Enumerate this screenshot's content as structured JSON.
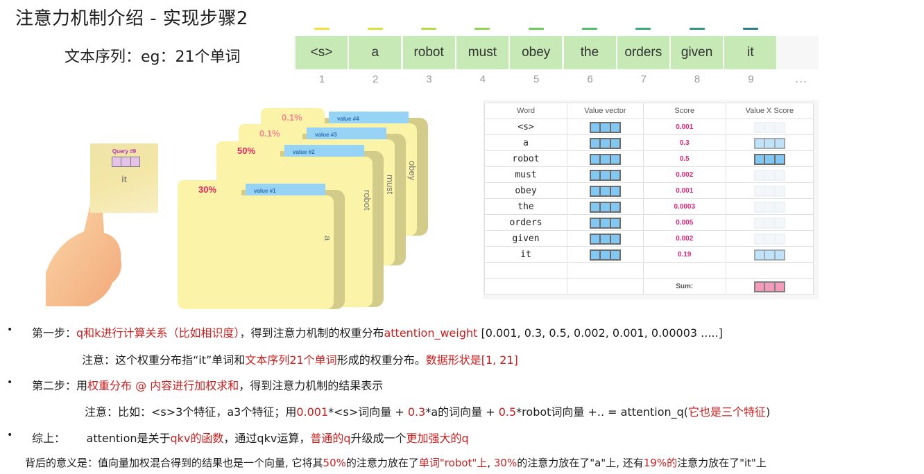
{
  "title": "注意力机制介绍 - 实现步骤2",
  "subtitle": "文本序列：eg：21个单词",
  "token_sequence": {
    "tokens": [
      {
        "word": "<s>",
        "index": "1",
        "mark_color": "#f5e03a"
      },
      {
        "word": "a",
        "index": "2",
        "mark_color": "#d9e23a"
      },
      {
        "word": "robot",
        "index": "3",
        "mark_color": "#b6dc46"
      },
      {
        "word": "must",
        "index": "4",
        "mark_color": "#8fd450"
      },
      {
        "word": "obey",
        "index": "5",
        "mark_color": "#6bcb5c"
      },
      {
        "word": "the",
        "index": "6",
        "mark_color": "#4fbd6a"
      },
      {
        "word": "orders",
        "index": "7",
        "mark_color": "#3aab78"
      },
      {
        "word": "given",
        "index": "8",
        "mark_color": "#2f9482"
      },
      {
        "word": "it",
        "index": "9",
        "mark_color": "#2a7d88"
      }
    ],
    "ellipsis": "..."
  },
  "illustration": {
    "query_card": {
      "label": "Query #9",
      "word": "it"
    },
    "folders": [
      {
        "percent": "0.1%",
        "value_label": "value #4",
        "word": "obey",
        "pct_color": "#f08a95"
      },
      {
        "percent": "0.1%",
        "value_label": "value #3",
        "word": "must",
        "pct_color": "#f08a95"
      },
      {
        "percent": "50%",
        "value_label": "value #2",
        "word": "robot",
        "pct_color": "#e0245e"
      },
      {
        "percent": "30%",
        "value_label": "value #1",
        "word": "a",
        "pct_color": "#e0245e"
      }
    ]
  },
  "table": {
    "headers": [
      "Word",
      "Value vector",
      "Score",
      "Value X Score"
    ],
    "rows": [
      {
        "word": "<s>",
        "score": "0.001",
        "weighted": "faint"
      },
      {
        "word": "a",
        "score": "0.3",
        "weighted": "mid"
      },
      {
        "word": "robot",
        "score": "0.5",
        "weighted": "strong"
      },
      {
        "word": "must",
        "score": "0.002",
        "weighted": "faint"
      },
      {
        "word": "obey",
        "score": "0.001",
        "weighted": "faint"
      },
      {
        "word": "the",
        "score": "0.0003",
        "weighted": "faint"
      },
      {
        "word": "orders",
        "score": "0.005",
        "weighted": "faint"
      },
      {
        "word": "given",
        "score": "0.002",
        "weighted": "faint"
      },
      {
        "word": "it",
        "score": "0.19",
        "weighted": "mid"
      }
    ],
    "sum_label": "Sum:"
  },
  "notes": {
    "step1": {
      "bullet": "•",
      "prefix": "第一步：",
      "red1": "q和k进行计算关系（比如相识度）",
      "mid": "，得到注意力机制的权重分布",
      "red2": "attention_weight",
      "suffix": " [0.001, 0.3, 0.5, 0.002, 0.001, 0.00003 .....]"
    },
    "step1_note": {
      "prefix": "注意：这个权重分布指“it”单词和",
      "red1": "文本序列21个单词",
      "mid": "形成的权重分布。",
      "red2": "数据形状是[1, 21]"
    },
    "step2": {
      "bullet": "•",
      "prefix": "第二步：用",
      "red1": "权重分布 @ 内容进行加权求和",
      "suffix": "，得到注意力机制的结果表示"
    },
    "step2_note": {
      "p1": "注意：比如：<s>3个特征，a3个特征；用",
      "r1": "0.001",
      "p2": "*<s>词向量 + ",
      "r2": "0.3",
      "p3": "*a的词向量 + ",
      "r3": "0.5",
      "p4": "*robot词向量 +..  = attention_q(",
      "r4": "它也是三个特征",
      "p5": ")"
    },
    "summary": {
      "bullet": "•",
      "prefix": "综上：      attention是关于",
      "r1": "qkv的函数",
      "p2": "，通过qkv运算，",
      "r2": "普通的q",
      "p3": "升级成一个",
      "r3": "更加强大的q"
    },
    "meaning": {
      "p1": "背后的意义是：值向量加权混合得到的结果也是一个向量, 它将其",
      "r1": "50%",
      "p2": "的注意力放在了",
      "r2": "单词\"robot\"上",
      "p3": ", ",
      "r3": "30%",
      "p4": "的注意力放在了\"a\"上, 还有",
      "r4": "19%的",
      "p5": "注意力放在了\"it\"上"
    }
  }
}
